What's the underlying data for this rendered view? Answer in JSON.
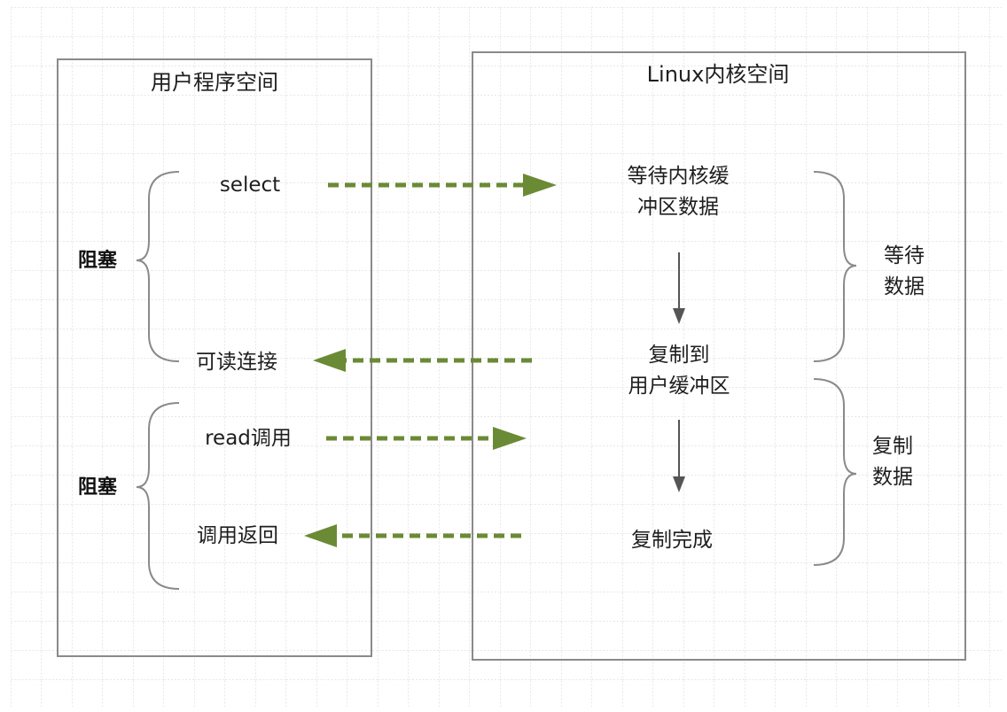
{
  "user_space": {
    "title": "用户程序空间",
    "select_label": "select",
    "readable_label": "可读连接",
    "read_call_label": "read调用",
    "call_return_label": "调用返回",
    "blocking_1": "阻塞",
    "blocking_2": "阻塞"
  },
  "kernel_space": {
    "title": "Linux内核空间",
    "wait_buffer_line1": "等待内核缓",
    "wait_buffer_line2": "冲区数据",
    "copy_line1": "复制到",
    "copy_line2": "用户缓冲区",
    "copy_done": "复制完成",
    "wait_data_line1": "等待",
    "wait_data_line2": "数据",
    "copy_data_line1": "复制",
    "copy_data_line2": "数据"
  },
  "colors": {
    "arrow": "#6b8a35",
    "box_border": "#8a8a8a",
    "grid": "#cfcfcf",
    "text": "#1e1e1e"
  }
}
